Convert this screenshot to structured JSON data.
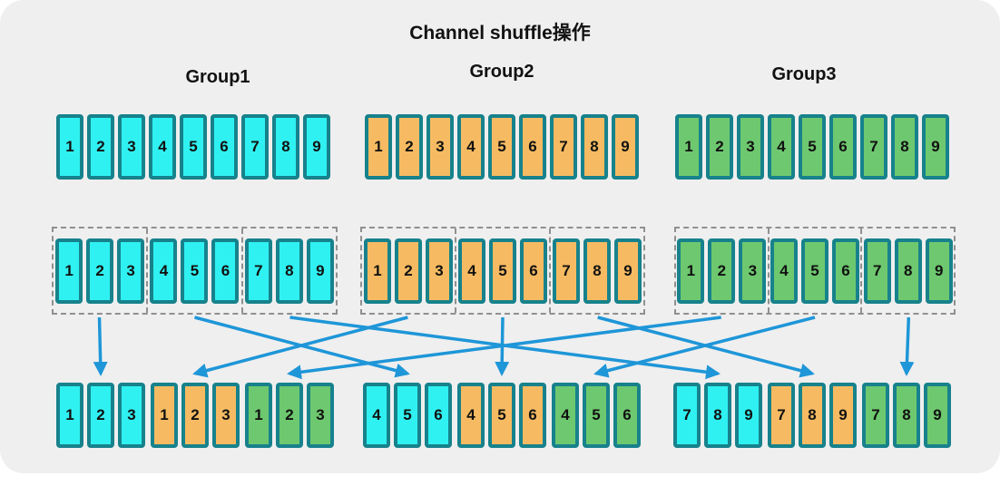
{
  "title": "Channel shuffle操作",
  "colors": {
    "panel_background": "#efefef",
    "box_border": "#17828c",
    "dashed_border": "#909090",
    "arrow": "#1e96d8",
    "group1_fill": "#30f1f1",
    "group2_fill": "#f6bb62",
    "group3_fill": "#6ec86f"
  },
  "groups": [
    {
      "id": 1,
      "label": "Group1",
      "color_key": "group1_fill",
      "channels": [
        "1",
        "2",
        "3",
        "4",
        "5",
        "6",
        "7",
        "8",
        "9"
      ],
      "subgroups": [
        [
          "1",
          "2",
          "3"
        ],
        [
          "4",
          "5",
          "6"
        ],
        [
          "7",
          "8",
          "9"
        ]
      ]
    },
    {
      "id": 2,
      "label": "Group2",
      "color_key": "group2_fill",
      "channels": [
        "1",
        "2",
        "3",
        "4",
        "5",
        "6",
        "7",
        "8",
        "9"
      ],
      "subgroups": [
        [
          "1",
          "2",
          "3"
        ],
        [
          "4",
          "5",
          "6"
        ],
        [
          "7",
          "8",
          "9"
        ]
      ]
    },
    {
      "id": 3,
      "label": "Group3",
      "color_key": "group3_fill",
      "channels": [
        "1",
        "2",
        "3",
        "4",
        "5",
        "6",
        "7",
        "8",
        "9"
      ],
      "subgroups": [
        [
          "1",
          "2",
          "3"
        ],
        [
          "4",
          "5",
          "6"
        ],
        [
          "7",
          "8",
          "9"
        ]
      ]
    }
  ],
  "output_sections": [
    {
      "slots": [
        {
          "group": 1,
          "values": [
            "1",
            "2",
            "3"
          ]
        },
        {
          "group": 2,
          "values": [
            "1",
            "2",
            "3"
          ]
        },
        {
          "group": 3,
          "values": [
            "1",
            "2",
            "3"
          ]
        }
      ]
    },
    {
      "slots": [
        {
          "group": 1,
          "values": [
            "4",
            "5",
            "6"
          ]
        },
        {
          "group": 2,
          "values": [
            "4",
            "5",
            "6"
          ]
        },
        {
          "group": 3,
          "values": [
            "4",
            "5",
            "6"
          ]
        }
      ]
    },
    {
      "slots": [
        {
          "group": 1,
          "values": [
            "7",
            "8",
            "9"
          ]
        },
        {
          "group": 2,
          "values": [
            "7",
            "8",
            "9"
          ]
        },
        {
          "group": 3,
          "values": [
            "7",
            "8",
            "9"
          ]
        }
      ]
    }
  ],
  "arrows": [
    {
      "from_group": 1,
      "from_subgroup": 1,
      "to_section": 1,
      "to_slot": 1
    },
    {
      "from_group": 1,
      "from_subgroup": 2,
      "to_section": 2,
      "to_slot": 1
    },
    {
      "from_group": 1,
      "from_subgroup": 3,
      "to_section": 3,
      "to_slot": 1
    },
    {
      "from_group": 2,
      "from_subgroup": 1,
      "to_section": 1,
      "to_slot": 2
    },
    {
      "from_group": 2,
      "from_subgroup": 2,
      "to_section": 2,
      "to_slot": 2
    },
    {
      "from_group": 2,
      "from_subgroup": 3,
      "to_section": 3,
      "to_slot": 2
    },
    {
      "from_group": 3,
      "from_subgroup": 1,
      "to_section": 1,
      "to_slot": 3
    },
    {
      "from_group": 3,
      "from_subgroup": 2,
      "to_section": 2,
      "to_slot": 3
    },
    {
      "from_group": 3,
      "from_subgroup": 3,
      "to_section": 3,
      "to_slot": 3
    }
  ]
}
